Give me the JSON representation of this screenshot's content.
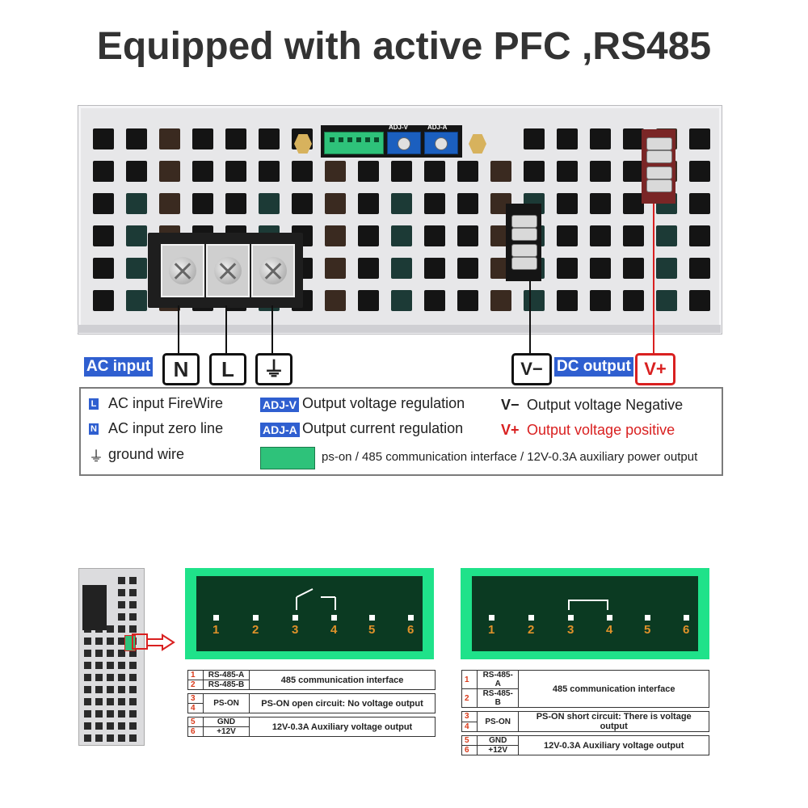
{
  "title": "Equipped with active PFC ,RS485",
  "panel": {
    "adj_v_label": "ADJ-V",
    "adj_a_label": "ADJ-A"
  },
  "labels": {
    "ac_input": "AC input",
    "n": "N",
    "l": "L",
    "ground": "⏚",
    "v_minus": "V−",
    "dc_output": "DC output",
    "v_plus": "V+"
  },
  "legend": {
    "l_icon": "L",
    "l_text": "AC input FireWire",
    "n_icon": "N",
    "n_text": "AC input zero line",
    "g_icon": "⏚",
    "g_text": "ground wire",
    "adjv_tag": "ADJ-V",
    "adjv_text": "Output voltage regulation",
    "adja_tag": "ADJ-A",
    "adja_text": "Output current regulation",
    "vneg_sym": "V−",
    "vneg_text": "Output voltage Negative",
    "vpos_sym": "V+",
    "vpos_text": "Output voltage positive",
    "conn_text": "ps-on / 485 communication interface / 12V-0.3A auxiliary power output"
  },
  "pins": [
    "1",
    "2",
    "3",
    "4",
    "5",
    "6"
  ],
  "table_left": {
    "rows": [
      {
        "n1": "1",
        "l1": "RS-485-A",
        "n2": "2",
        "l2": "RS-485-B",
        "desc": "485 communication interface"
      },
      {
        "n1": "3",
        "n2": "4",
        "label": "PS-ON",
        "desc": "PS-ON open circuit:  No voltage output"
      },
      {
        "n1": "5",
        "l1": "GND",
        "n2": "6",
        "l2": "+12V",
        "desc": "12V-0.3A Auxiliary voltage output"
      }
    ]
  },
  "table_right": {
    "rows": [
      {
        "n1": "1",
        "l1": "RS-485-A",
        "n2": "2",
        "l2": "RS-485-B",
        "desc": "485 communication interface"
      },
      {
        "n1": "3",
        "n2": "4",
        "label": "PS-ON",
        "desc": "PS-ON short circuit:  There is voltage output"
      },
      {
        "n1": "5",
        "l1": "GND",
        "n2": "6",
        "l2": "+12V",
        "desc": "12V-0.3A Auxiliary voltage output"
      }
    ]
  },
  "colors": {
    "accent_blue": "#2f5fd0",
    "positive_red": "#d92020",
    "connector_green": "#1fe28a",
    "pin_number_orange": "#e0922a"
  }
}
